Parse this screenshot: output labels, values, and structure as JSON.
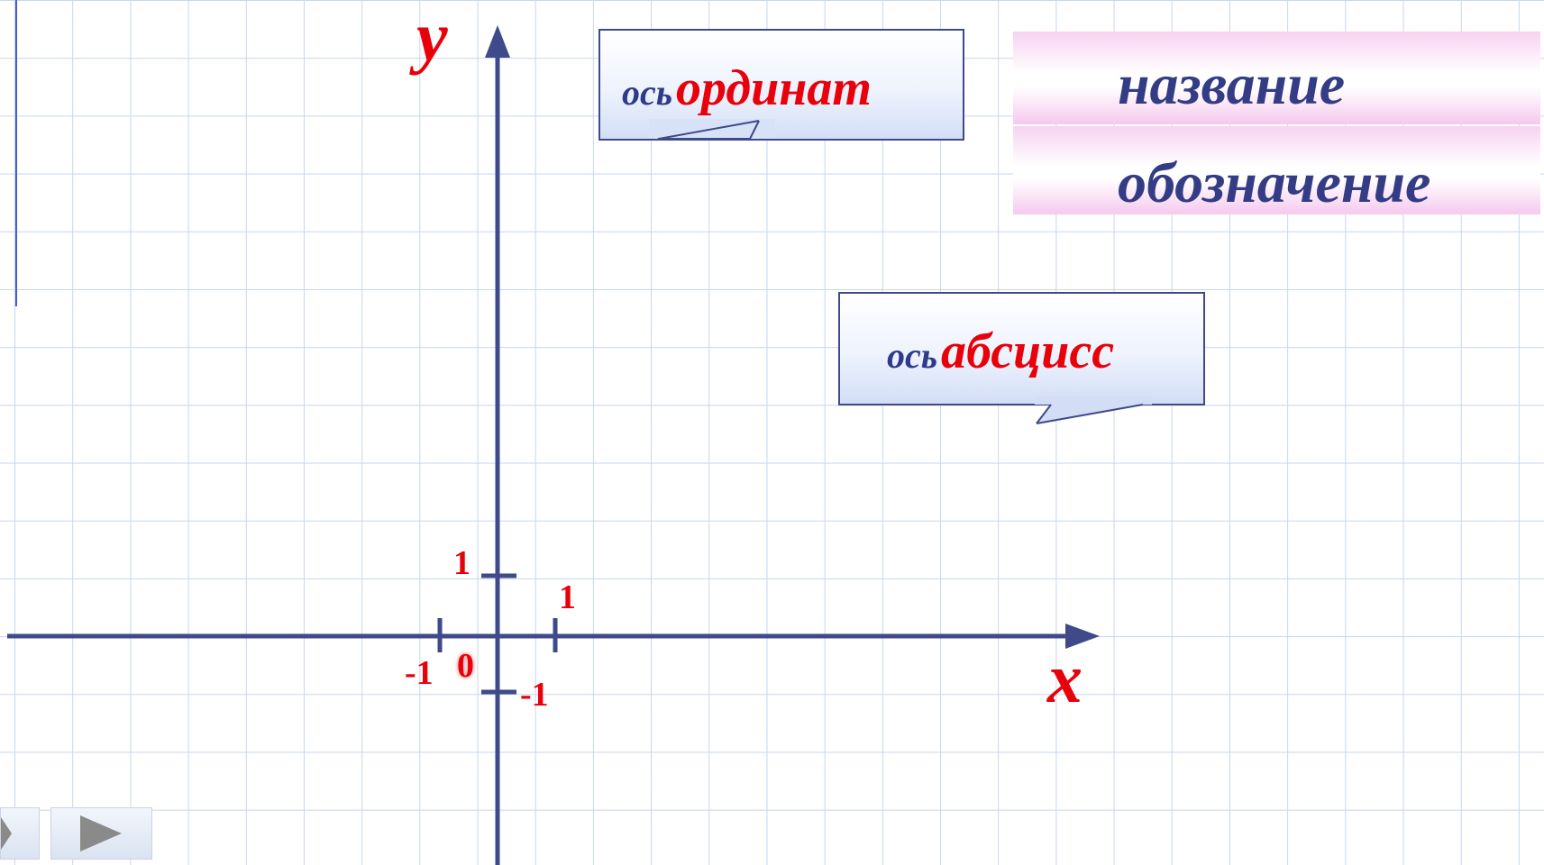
{
  "axes": {
    "y_label": "y",
    "x_label": "x",
    "origin_label": "0",
    "x_tick_pos": "1",
    "x_tick_neg": "-1",
    "y_tick_pos": "1",
    "y_tick_neg": "-1",
    "axis_color": "#3e4a8a",
    "label_color": "#e8000b"
  },
  "callouts": {
    "ordinate": {
      "prefix": "ось",
      "term": "ординат"
    },
    "abscissa": {
      "prefix": "ось",
      "term": "абсцисс"
    }
  },
  "legend": {
    "name_label": "название",
    "notation_label": "обозначение"
  },
  "navigation": {
    "prev_icon": "triangle-left",
    "next_icon": "triangle-right"
  }
}
